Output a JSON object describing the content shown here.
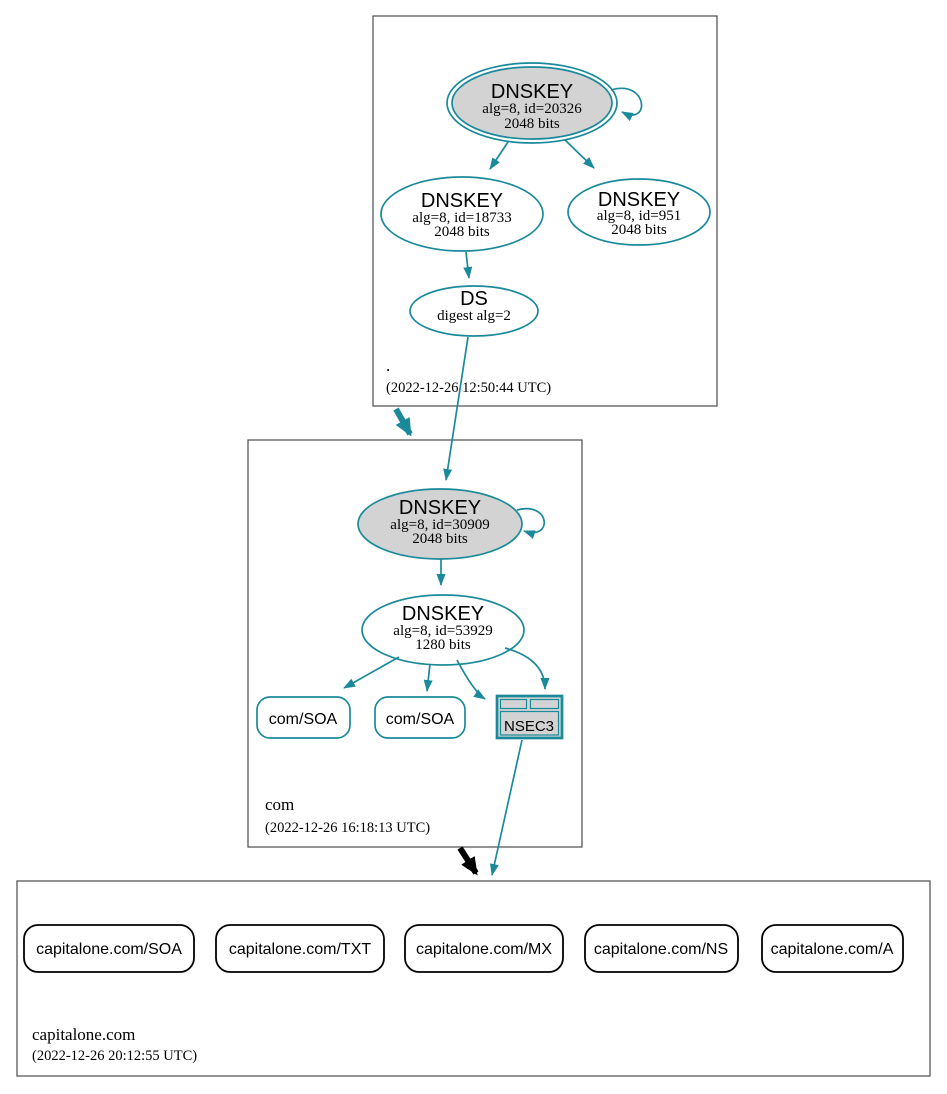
{
  "colors": {
    "secure": "#1a8a9a",
    "insecure_delegation": "#000000",
    "node_fill_gray": "#d3d3d3",
    "zone_border": "#4b4b4b"
  },
  "zones": {
    "root": {
      "label": ".",
      "timestamp": "(2022-12-26 12:50:44 UTC)",
      "nodes": {
        "ksk": {
          "title": "DNSKEY",
          "detail1": "alg=8, id=20326",
          "detail2": "2048 bits"
        },
        "zsk1": {
          "title": "DNSKEY",
          "detail1": "alg=8, id=18733",
          "detail2": "2048 bits"
        },
        "zsk2": {
          "title": "DNSKEY",
          "detail1": "alg=8, id=951",
          "detail2": "2048 bits"
        },
        "ds": {
          "title": "DS",
          "detail1": "digest alg=2"
        }
      }
    },
    "com": {
      "label": "com",
      "timestamp": "(2022-12-26 16:18:13 UTC)",
      "nodes": {
        "ksk": {
          "title": "DNSKEY",
          "detail1": "alg=8, id=30909",
          "detail2": "2048 bits"
        },
        "zsk": {
          "title": "DNSKEY",
          "detail1": "alg=8, id=53929",
          "detail2": "1280 bits"
        },
        "soa1": {
          "label": "com/SOA"
        },
        "soa2": {
          "label": "com/SOA"
        },
        "nsec3": {
          "label": "NSEC3"
        }
      }
    },
    "capitalone_com": {
      "label": "capitalone.com",
      "timestamp": "(2022-12-26 20:12:55 UTC)",
      "rrsets": [
        {
          "label": "capitalone.com/SOA"
        },
        {
          "label": "capitalone.com/TXT"
        },
        {
          "label": "capitalone.com/MX"
        },
        {
          "label": "capitalone.com/NS"
        },
        {
          "label": "capitalone.com/A"
        }
      ]
    }
  }
}
